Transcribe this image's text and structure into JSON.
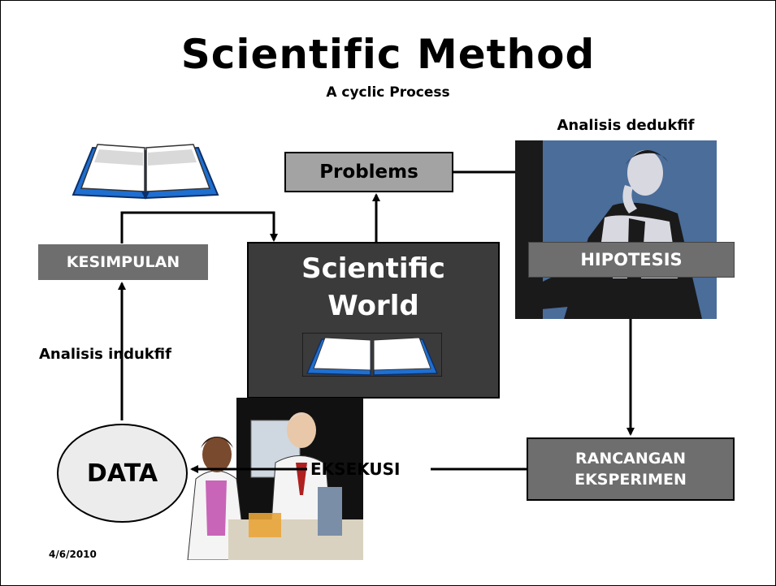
{
  "title": "Scientific Method",
  "subtitle": "A cyclic Process",
  "labels": {
    "deductive": "Analisis dedukfif",
    "inductive": "Analisis indukfif"
  },
  "nodes": {
    "problems": "Problems",
    "kesimpulan": "KESIMPULAN",
    "hipotesis": "HIPOTESIS",
    "rancangan_line1": "RANCANGAN",
    "rancangan_line2": "EKSPERIMEN",
    "data": "DATA",
    "eksekusi": "EKSEKUSI",
    "center_line1": "Scientific",
    "center_line2": "World"
  },
  "date": "4/6/2010"
}
